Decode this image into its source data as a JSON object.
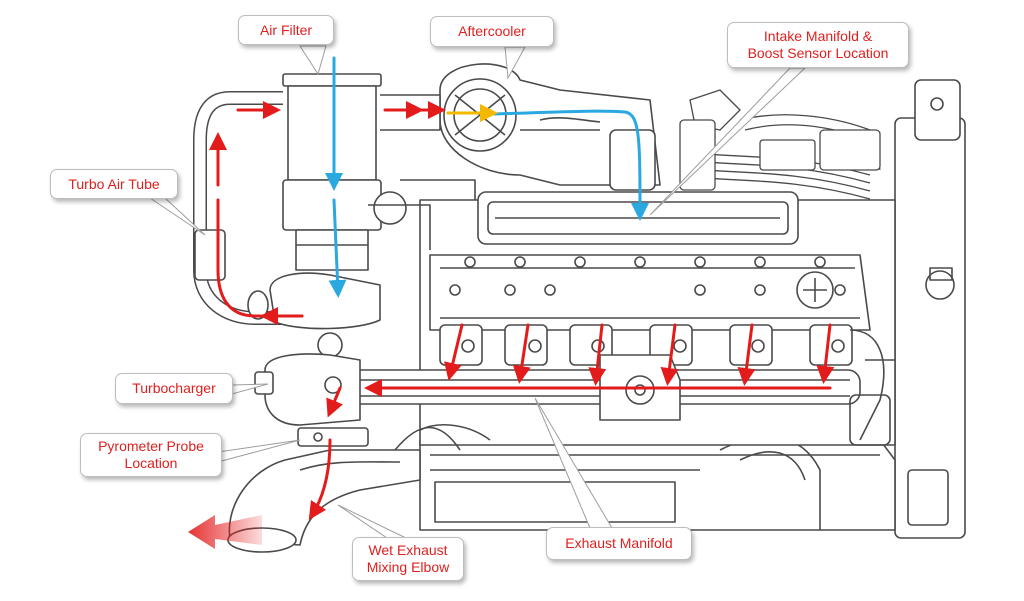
{
  "labels": {
    "air_filter": "Air Filter",
    "aftercooler": "Aftercooler",
    "intake_manifold_line1": "Intake Manifold &",
    "intake_manifold_line2": "Boost Sensor Location",
    "turbo_air_tube": "Turbo Air Tube",
    "turbocharger": "Turbocharger",
    "pyrometer_line1": "Pyrometer Probe",
    "pyrometer_line2": "Location",
    "exhaust_manifold": "Exhaust Manifold",
    "wet_exhaust_line1": "Wet Exhaust",
    "wet_exhaust_line2": "Mixing Elbow"
  },
  "colors": {
    "label_text": "#e0201f",
    "exhaust_arrow": "#e31b1b",
    "intake_arrow": "#2aa8e0",
    "cooled_air_arrow": "#f5b800",
    "line_art": "#4a4a4a"
  }
}
